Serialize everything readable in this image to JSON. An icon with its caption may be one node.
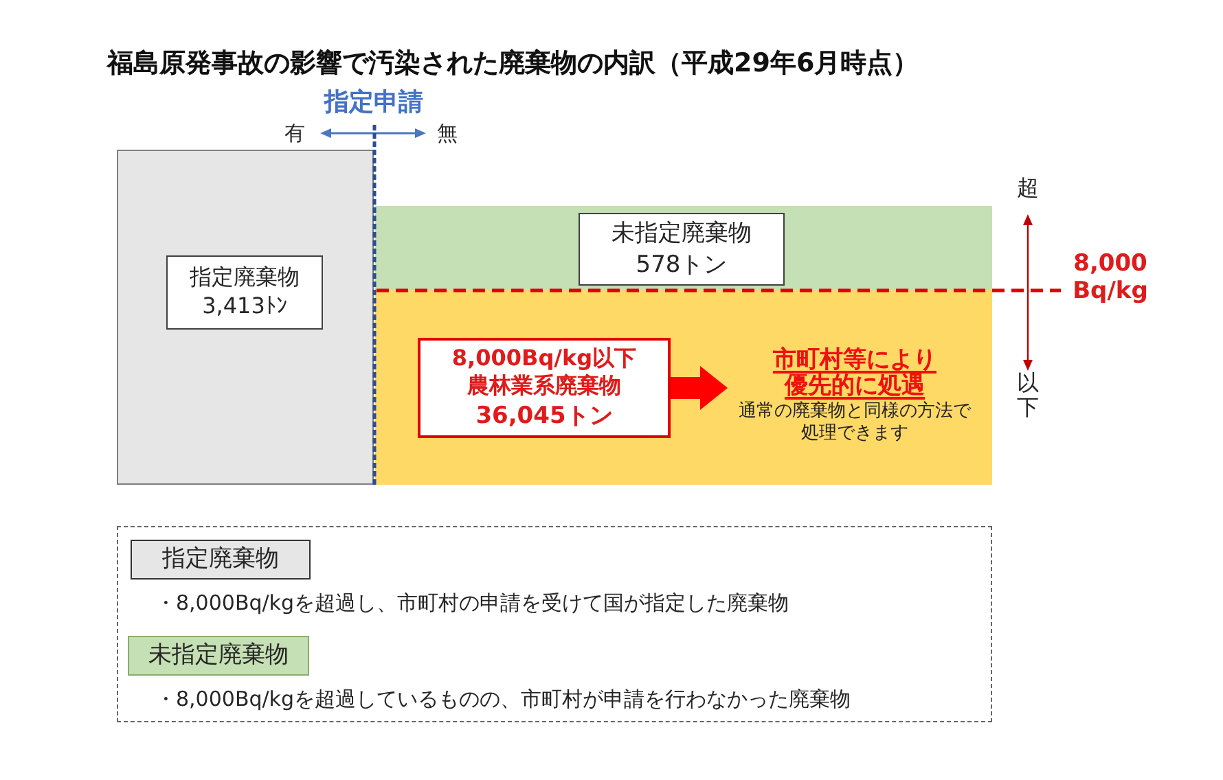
{
  "diagram": {
    "title": "福島原発事故の影響で汚染された廃棄物の内訳（平成29年6月時点）",
    "nodes": [
      {
        "text": [],
        "shape": "box"
      },
      {
        "text": [
          "指定廃棄物",
          "3,413ﾄﾝ"
        ],
        "in": 0
      },
      {
        "text": [],
        "shape": "box"
      },
      {
        "text": [
          "未指定廃棄物",
          "578トン"
        ],
        "in": 2
      },
      {
        "text": [],
        "shape": "box"
      },
      {
        "text": [
          "8,000Bq/kg以下",
          "農林業系廃棄物",
          "36,045トン"
        ],
        "in": 4
      },
      {
        "text": [
          "市町村等により優先的に処遇",
          "通常の廃棄物と同様の方法で処理できます"
        ],
        "in": 4
      },
      {
        "text": [],
        "shape": "box"
      },
      {
        "text": [
          "指定廃棄物"
        ],
        "in": 7,
        "beside": [
          "・8,000Bq/kgを超過し、市町村の申請を受けて国が指定した廃棄物"
        ]
      },
      {
        "text": [
          "未指定廃棄物"
        ],
        "in": 7,
        "beside": [
          "・8,000Bq/kgを超過しているものの、市町村が申請を行わなかった廃棄物"
        ]
      }
    ],
    "edges": [
      {
        "from": 5,
        "to": 6,
        "arrow": "to"
      }
    ],
    "labels": [
      "指定申請",
      "有",
      "無",
      "超",
      "8,000 Bq/kg",
      "以下"
    ]
  }
}
